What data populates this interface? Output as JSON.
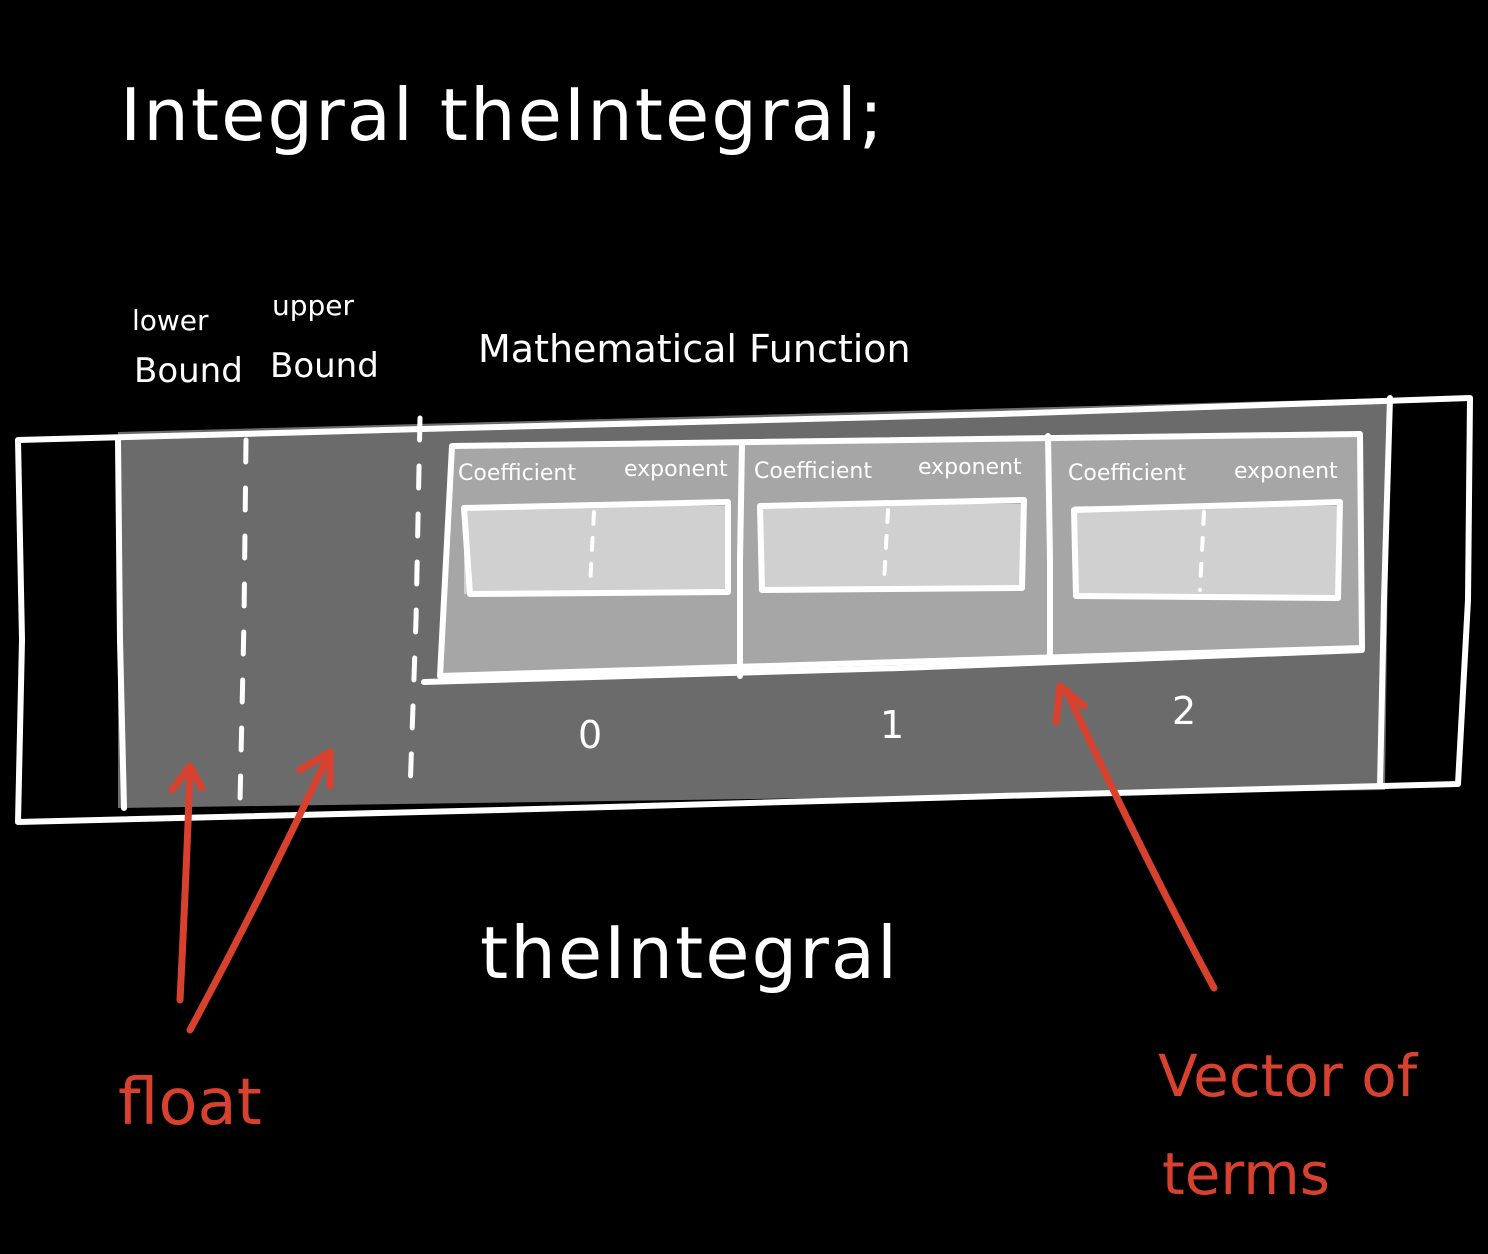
{
  "title": "Integral  theIntegral;",
  "labels": {
    "lower_bound_line1": "lower",
    "lower_bound_line2": "Bound",
    "upper_bound_line1": "upper",
    "upper_bound_line2": "Bound",
    "math_function": "Mathematical Function"
  },
  "terms": [
    {
      "index": "0",
      "coefficient_label": "Coefficient",
      "exponent_label": "exponent"
    },
    {
      "index": "1",
      "coefficient_label": "Coefficient",
      "exponent_label": "exponent"
    },
    {
      "index": "2",
      "coefficient_label": "Coefficient",
      "exponent_label": "exponent"
    }
  ],
  "object_name": "theIntegral",
  "annotations": {
    "float": "float",
    "vector_line1": "Vector of",
    "vector_line2": "terms"
  },
  "colors": {
    "background": "#000000",
    "ink": "#ffffff",
    "annotation": "#d9412f",
    "outer_fill": "#6b6b6b",
    "function_fill": "#a6a6a6",
    "cell_fill": "#d0d0d0"
  }
}
